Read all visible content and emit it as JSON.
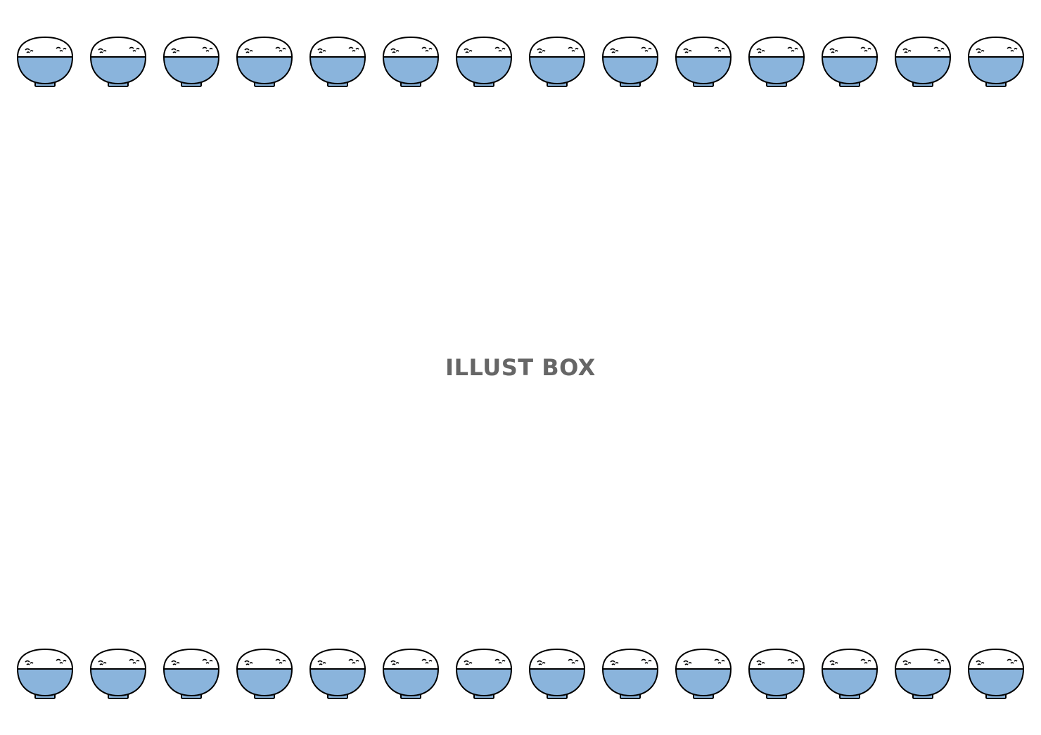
{
  "watermark": {
    "text": "ILLUST BOX"
  },
  "frame": {
    "icon": "rice-bowl-icon",
    "bowls_per_row": 14,
    "rows": [
      "top",
      "bottom"
    ],
    "colors": {
      "bowl_fill": "#8ab4dc",
      "rice_fill": "#ffffff",
      "outline": "#000000",
      "watermark": "#666666",
      "background": "#ffffff"
    }
  }
}
